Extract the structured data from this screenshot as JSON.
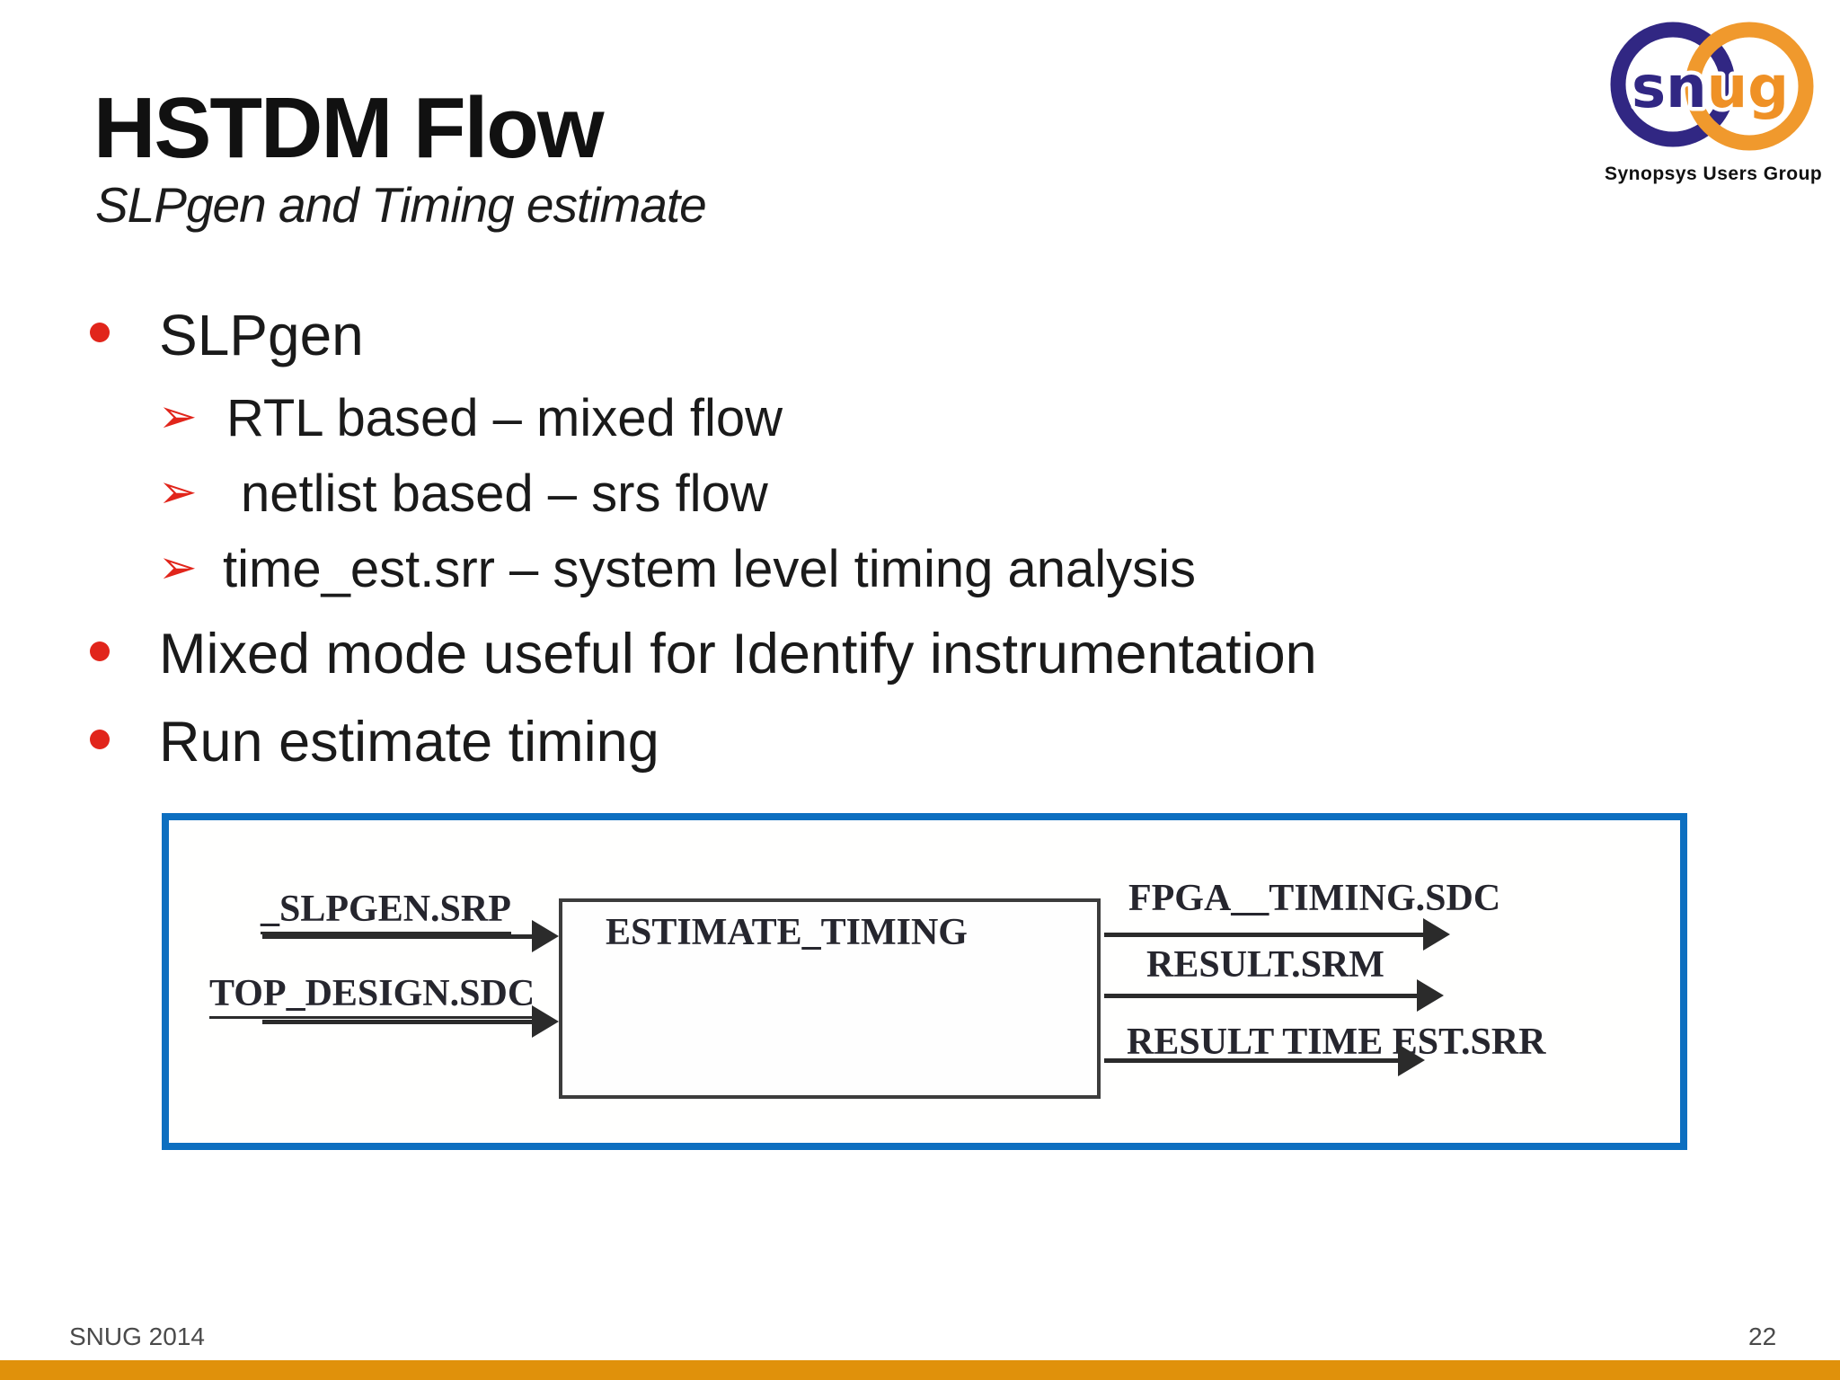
{
  "slide_title": "HSTDM Flow",
  "slide_subtitle": "SLPgen and Timing estimate",
  "logo": {
    "sn": "sn",
    "ug": "ug",
    "caption": "Synopsys Users Group"
  },
  "bullets": [
    "SLPgen",
    "RTL based – mixed flow",
    "netlist based – srs flow",
    "time_est.srr – system level timing analysis",
    "Mixed mode useful for Identify instrumentation",
    "Run estimate timing"
  ],
  "diagram": {
    "process_label": "ESTIMATE_TIMING",
    "inputs": [
      "_SLPGEN.SRP",
      "TOP_DESIGN.SDC"
    ],
    "outputs": [
      "FPGA__TIMING.SDC",
      "RESULT.SRM",
      "RESULT TIME EST.SRR"
    ]
  },
  "footer": {
    "left": "SNUG 2014",
    "page_number": "22"
  },
  "colors": {
    "accent_red": "#E1251B",
    "diagram_border_blue": "#0D6FC0",
    "bottom_bar_orange": "#E0910B",
    "logo_navy": "#312783",
    "logo_orange": "#F0992D",
    "ink": "#2b2b2b"
  }
}
